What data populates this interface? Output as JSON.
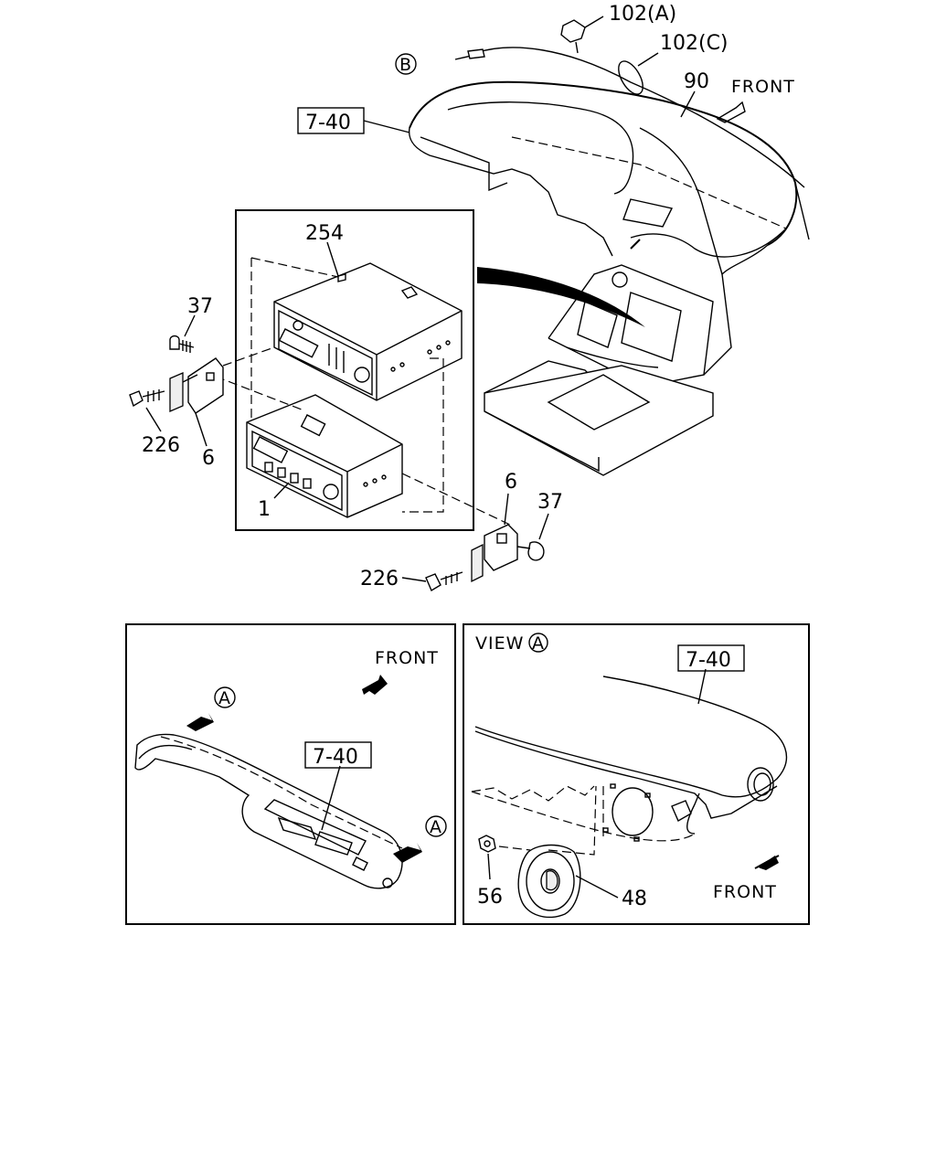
{
  "main_view": {
    "callouts": {
      "clip_a": "102(A)",
      "clip_c": "102(C)",
      "circle_b": "B",
      "antenna_cable": "90",
      "front": "FRONT",
      "dashboard_ref": "7-40",
      "audio_unit_cassette": "254",
      "audio_unit": "1",
      "bracket_left": "6",
      "bracket_right": "6",
      "screw_left": "37",
      "screw_right": "37",
      "bolt_left": "226",
      "bolt_right": "226"
    }
  },
  "inset_left": {
    "front": "FRONT",
    "marker_top": "A",
    "marker_bottom": "A",
    "dashboard_ref": "7-40"
  },
  "inset_right": {
    "view_text": "VIEW",
    "view_marker": "A",
    "dashboard_ref": "7-40",
    "nut": "56",
    "speaker": "48",
    "front": "FRONT"
  }
}
